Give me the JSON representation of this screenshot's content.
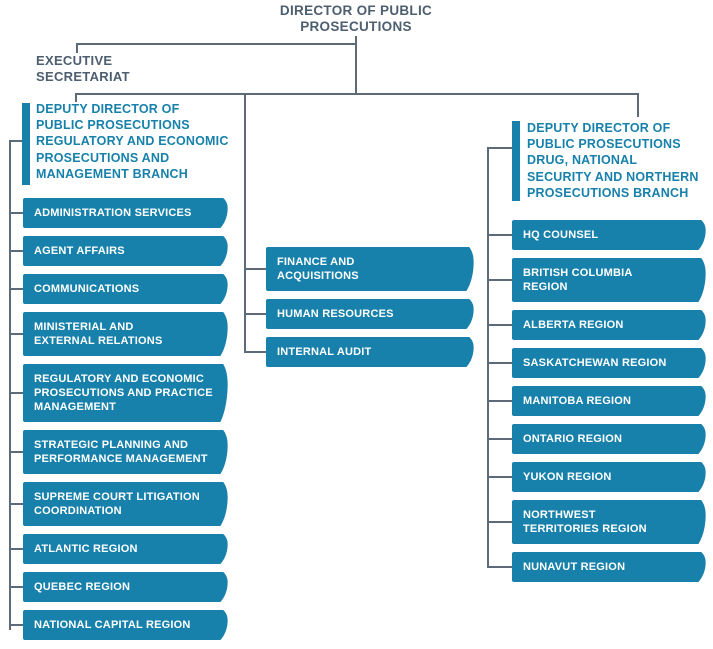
{
  "palette": {
    "teal": "#1781AB",
    "slate": "#4D5E6F",
    "line": "#5C6B77"
  },
  "root": {
    "title_lines": [
      "DIRECTOR OF PUBLIC",
      "PROSECUTIONS"
    ]
  },
  "executive_secretariat": {
    "title_lines": [
      "EXECUTIVE",
      "SECRETARIAT"
    ]
  },
  "branches": {
    "left": {
      "heading_lines": [
        "DEPUTY DIRECTOR OF",
        "PUBLIC PROSECUTIONS",
        "REGULATORY AND ECONOMIC",
        "PROSECUTIONS AND",
        "MANAGEMENT BRANCH"
      ],
      "units": [
        {
          "lines": [
            "ADMINISTRATION SERVICES"
          ]
        },
        {
          "lines": [
            "AGENT AFFAIRS"
          ]
        },
        {
          "lines": [
            "COMMUNICATIONS"
          ]
        },
        {
          "lines": [
            "MINISTERIAL AND",
            "EXTERNAL RELATIONS"
          ]
        },
        {
          "lines": [
            "REGULATORY AND ECONOMIC",
            "PROSECUTIONS AND PRACTICE",
            "MANAGEMENT"
          ]
        },
        {
          "lines": [
            "STRATEGIC PLANNING AND",
            "PERFORMANCE MANAGEMENT"
          ]
        },
        {
          "lines": [
            "SUPREME COURT LITIGATION",
            "COORDINATION"
          ]
        },
        {
          "lines": [
            "ATLANTIC REGION"
          ]
        },
        {
          "lines": [
            "QUEBEC REGION"
          ]
        },
        {
          "lines": [
            "NATIONAL CAPITAL REGION"
          ]
        }
      ]
    },
    "middle": {
      "units": [
        {
          "lines": [
            "FINANCE AND",
            "ACQUISITIONS"
          ]
        },
        {
          "lines": [
            "HUMAN RESOURCES"
          ]
        },
        {
          "lines": [
            "INTERNAL AUDIT"
          ]
        }
      ]
    },
    "right": {
      "heading_lines": [
        "DEPUTY DIRECTOR OF",
        "PUBLIC PROSECUTIONS",
        "DRUG, NATIONAL",
        "SECURITY AND NORTHERN",
        "PROSECUTIONS BRANCH"
      ],
      "units": [
        {
          "lines": [
            "HQ COUNSEL"
          ]
        },
        {
          "lines": [
            "BRITISH COLUMBIA",
            "REGION"
          ]
        },
        {
          "lines": [
            "ALBERTA REGION"
          ]
        },
        {
          "lines": [
            "SASKATCHEWAN REGION"
          ]
        },
        {
          "lines": [
            "MANITOBA REGION"
          ]
        },
        {
          "lines": [
            "ONTARIO REGION"
          ]
        },
        {
          "lines": [
            "YUKON REGION"
          ]
        },
        {
          "lines": [
            "NORTHWEST",
            "TERRITORIES REGION"
          ]
        },
        {
          "lines": [
            "NUNAVUT REGION"
          ]
        }
      ]
    }
  }
}
